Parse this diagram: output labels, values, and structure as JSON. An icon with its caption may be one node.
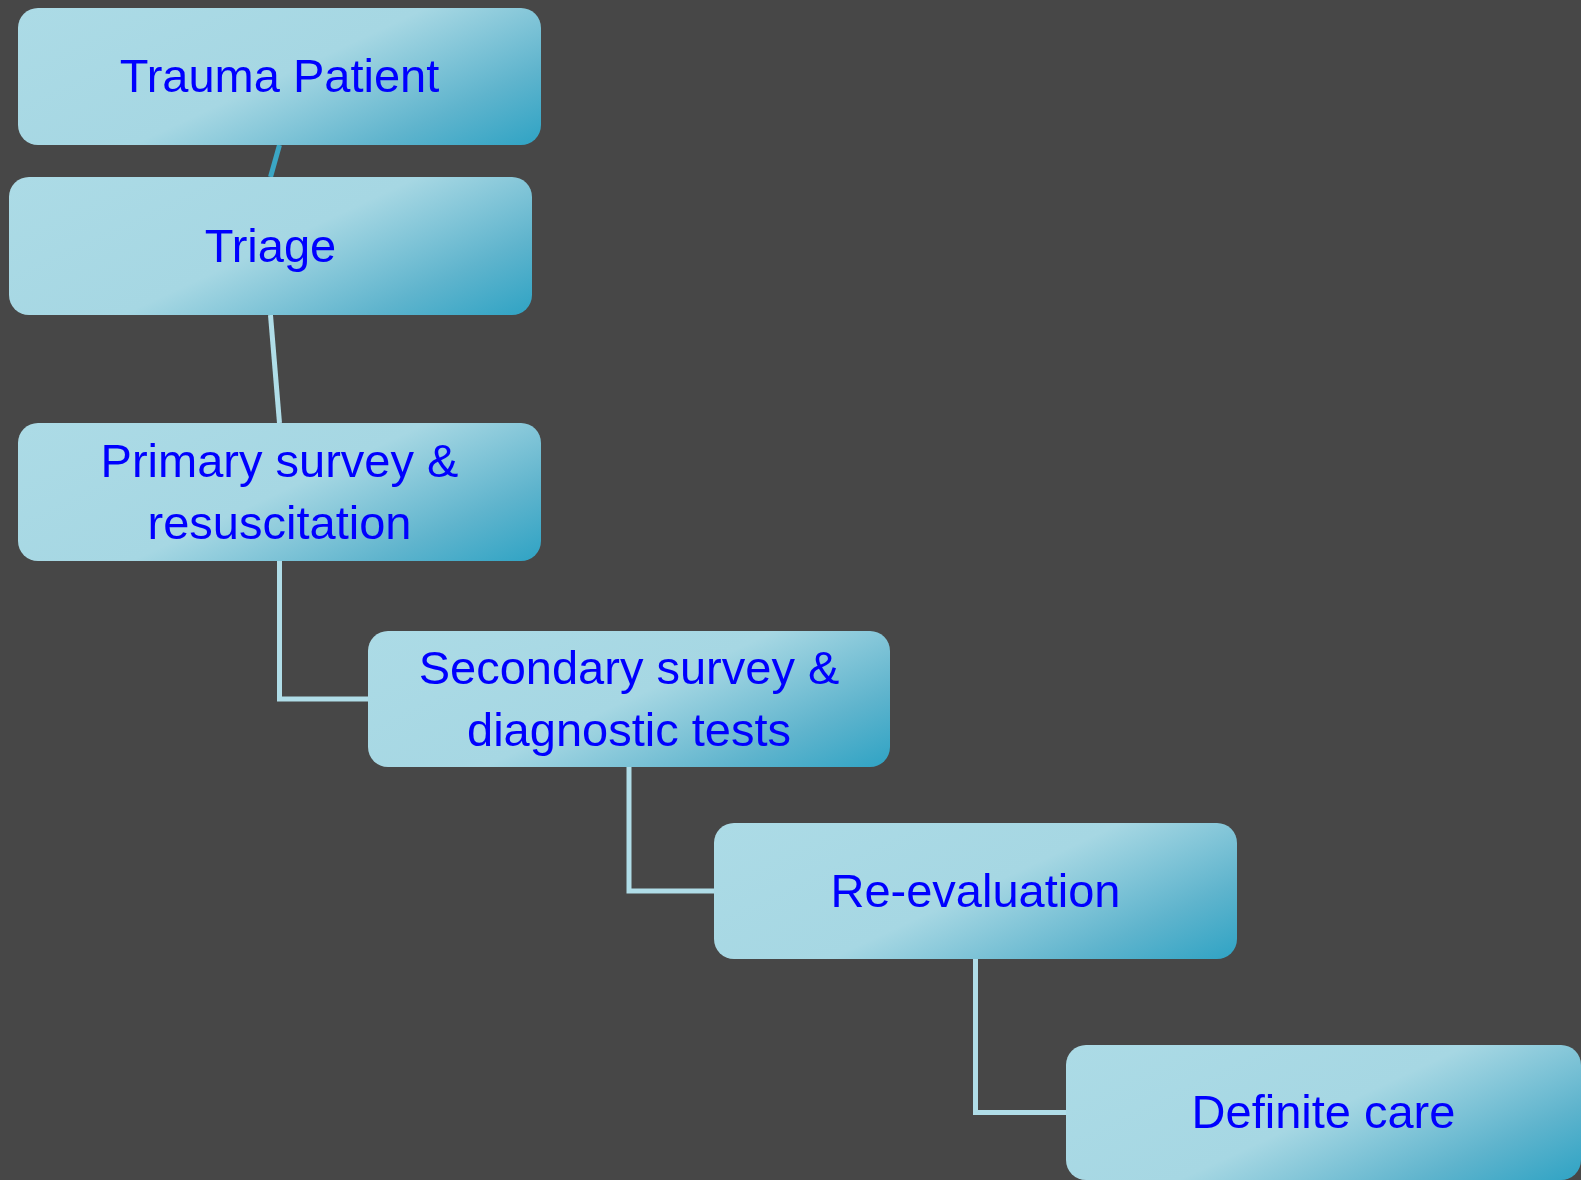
{
  "diagram": {
    "nodes": [
      {
        "text": [
          "Trauma Patient"
        ]
      },
      {
        "text": [
          "Triage"
        ]
      },
      {
        "text": [
          "Primary survey & resuscitation"
        ]
      },
      {
        "text": [
          "Secondary survey & diagnostic tests"
        ]
      },
      {
        "text": [
          "Re-evaluation"
        ]
      },
      {
        "text": [
          "Definite care"
        ]
      }
    ],
    "edges": [
      {
        "from": 0,
        "to": 1,
        "arrow": "none",
        "color": "#3ba6c4"
      },
      {
        "from": 1,
        "to": 2,
        "arrow": "none"
      },
      {
        "from": 2,
        "to": 3,
        "arrow": "none"
      },
      {
        "from": 3,
        "to": 4,
        "arrow": "none"
      },
      {
        "from": 4,
        "to": 5,
        "arrow": "none"
      }
    ]
  }
}
